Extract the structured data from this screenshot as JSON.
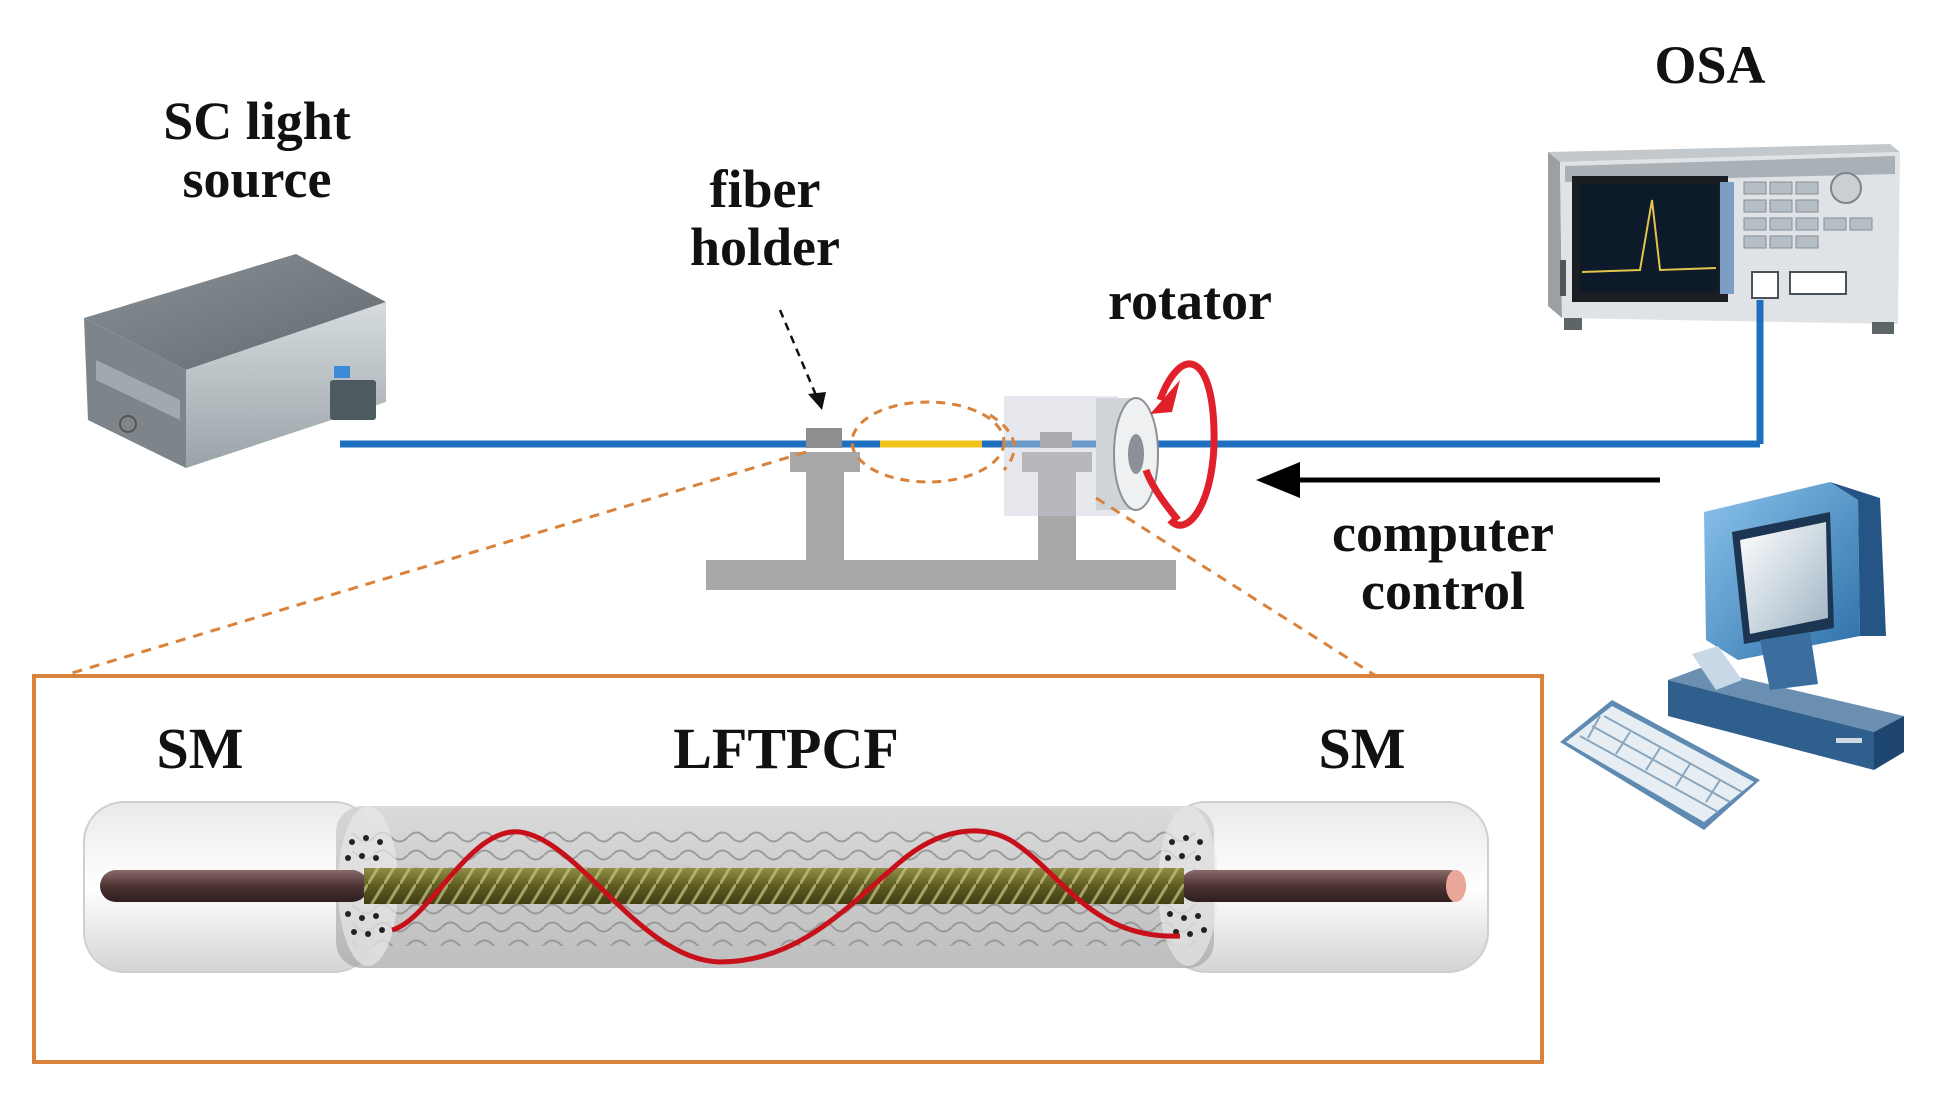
{
  "labels": {
    "sc_source_line1": "SC light",
    "sc_source_line2": "source",
    "osa": "OSA",
    "fiber_holder_line1": "fiber",
    "fiber_holder_line2": "holder",
    "rotator": "rotator",
    "computer_line1": "computer",
    "computer_line2": "control",
    "sm_left": "SM",
    "lftpcf": "LFTPCF",
    "sm_right": "SM"
  },
  "colors": {
    "fiber": "#1f6fc0",
    "fiber_section": "#f1c21b",
    "dashed_callout": "#d9823b",
    "inset_border": "#d9823b",
    "rotation_arrow": "#e0202a",
    "core_rod": "#5a3c3c",
    "helix": "#c8101a",
    "twisted_core": "#6b6a2c",
    "holder_gray": "#a8a8a8",
    "text": "#111111"
  },
  "icons": {
    "sc_source": "sc-light-source-icon",
    "osa": "osa-instrument-icon",
    "computer": "desktop-computer-icon",
    "keyboard": "keyboard-icon",
    "rotator": "rotator-icon",
    "fiber_holder": "fiber-holder-icon"
  }
}
